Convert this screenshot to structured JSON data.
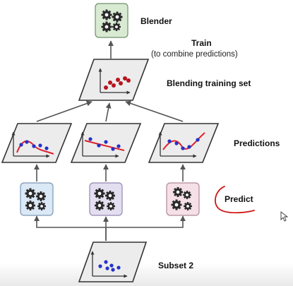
{
  "labels": {
    "blender": "Blender",
    "train": "Train",
    "train_sub": "(to combine predictions)",
    "blending_set": "Blending training set",
    "predictions": "Predictions",
    "predict": "Predict",
    "subset": "Subset 2"
  },
  "colors": {
    "blender_fill": "#d9ead3",
    "predictor_blue": "#dbe8f5",
    "predictor_purple": "#e3def0",
    "predictor_pink": "#f4e0e6",
    "plot_fill": "#ececec",
    "line_red": "#e0202a",
    "dot_red": "#b8141c",
    "dot_blue": "#2531c8",
    "arrow": "#555555",
    "annotation_red": "#d01616"
  },
  "icons": {
    "blender": "gears-icon",
    "predictors": "gears-icon",
    "cursor": "mouse-pointer-icon"
  }
}
